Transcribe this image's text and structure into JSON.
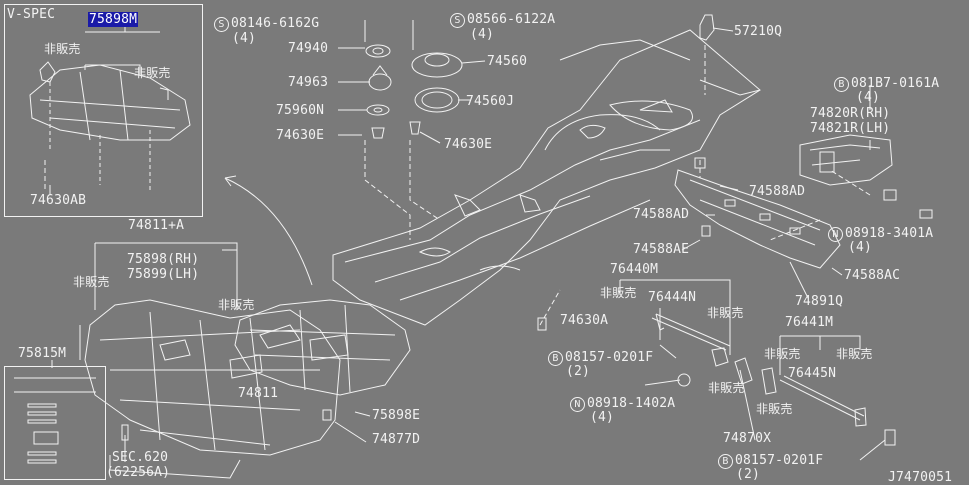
{
  "diagram": {
    "id": "J7470051",
    "inset": {
      "title": "V-SPEC",
      "highlighted_part": "75898M",
      "not_for_sale_left": "非販売",
      "not_for_sale_right": "非販売",
      "bolt": "74630AB"
    },
    "parts": {
      "p74811a": "74811+A",
      "p75898_rh": "75898(RH)",
      "p75899_lh": "75899(LH)",
      "p75815m": "75815M",
      "p74811": "74811",
      "p75898e": "75898E",
      "p74877d": "74877D",
      "p_sec620": "SEC.620",
      "p_62256a": "(62256A)",
      "p08146": "08146-6162G",
      "p08146_qty": "(4)",
      "p74940": "74940",
      "p74963": "74963",
      "p75960n": "75960N",
      "p74630e_l": "74630E",
      "p08566": "08566-6122A",
      "p08566_qty": "(4)",
      "p74560": "74560",
      "p74560j": "74560J",
      "p74630e_r": "74630E",
      "p57210q": "57210Q",
      "p081b7": "081B7-0161A",
      "p081b7_qty": "(4)",
      "p74820r": "74820R(RH)",
      "p74821r": "74821R(LH)",
      "p74588ad_a": "74588AD",
      "p74588ad_b": "74588AD",
      "p74588ae": "74588AE",
      "p08918_3401": "08918-3401A",
      "p08918_3401_qty": "(4)",
      "p74588ac": "74588AC",
      "p76440m": "76440M",
      "p76444n": "76444N",
      "p74630a": "74630A",
      "p08157_a": "08157-0201F",
      "p08157_a_qty": "(2)",
      "p74891q": "74891Q",
      "p76441m": "76441M",
      "p76445n": "76445N",
      "p08918_1402": "08918-1402A",
      "p08918_1402_qty": "(4)",
      "p74870x": "74870X",
      "p08157_b": "08157-0201F",
      "p08157_b_qty": "(2)"
    },
    "not_for_sale": "非販売",
    "bolt_markers": {
      "s": "S",
      "b": "B",
      "n": "N"
    }
  }
}
